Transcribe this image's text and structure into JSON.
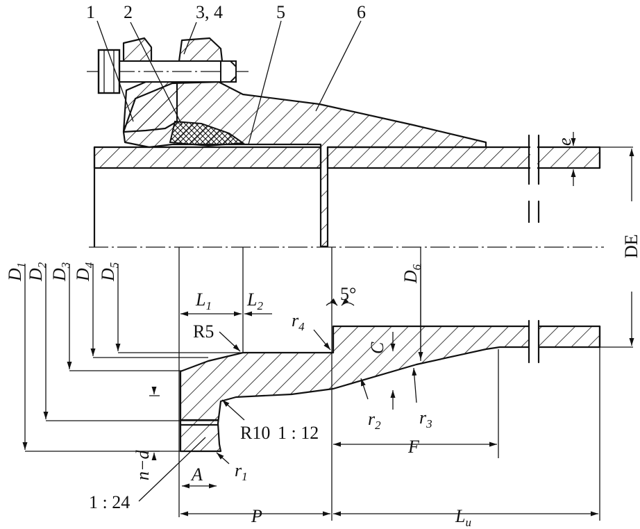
{
  "callouts": [
    "1",
    "2",
    "3, 4",
    "5",
    "6"
  ],
  "dimensions": {
    "D1": {
      "main": "D",
      "sub": "1"
    },
    "D2": {
      "main": "D",
      "sub": "2"
    },
    "D3": {
      "main": "D",
      "sub": "3"
    },
    "D4": {
      "main": "D",
      "sub": "4"
    },
    "D5": {
      "main": "D",
      "sub": "5"
    },
    "D6": {
      "main": "D",
      "sub": "6"
    },
    "L1": {
      "main": "L",
      "sub": "1"
    },
    "L2": {
      "main": "L",
      "sub": "2"
    },
    "Lu": {
      "main": "L",
      "sub": "u"
    },
    "r1": {
      "main": "r",
      "sub": "1"
    },
    "r2": {
      "main": "r",
      "sub": "2"
    },
    "r3": {
      "main": "r",
      "sub": "3"
    },
    "r4": {
      "main": "r",
      "sub": "4"
    },
    "e": "e",
    "DE": "DE",
    "C": "C",
    "F": "F",
    "A": "A",
    "P": "P",
    "n_d": "n−d",
    "R5": "R5",
    "R10": "R10",
    "angle": "5°",
    "taper_12": "1 : 12",
    "taper_24": "1 : 24"
  },
  "colors": {
    "ink": "#111111",
    "paper": "#ffffff"
  }
}
